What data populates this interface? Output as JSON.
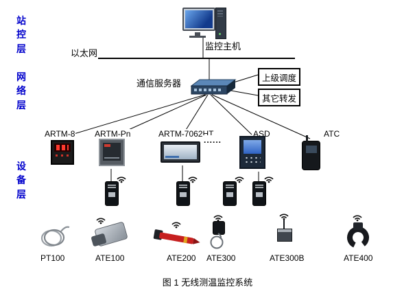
{
  "layers": [
    {
      "label": "站控层"
    },
    {
      "label": "网络层"
    },
    {
      "label": "设备层"
    }
  ],
  "host": {
    "label": "监控主机"
  },
  "ethernet": {
    "label": "以太网"
  },
  "comm_server": {
    "label": "通信服务器"
  },
  "right_boxes": [
    {
      "label": "上级调度"
    },
    {
      "label": "其它转发"
    }
  ],
  "devices": [
    {
      "label": "ARTM-8"
    },
    {
      "label": "ARTM-Pn"
    },
    {
      "label": "ARTM-7062HT"
    },
    {
      "label": "......"
    },
    {
      "label": "ASD"
    },
    {
      "label": "ATC"
    }
  ],
  "sensors": [
    {
      "label": "PT100"
    },
    {
      "label": "ATE100"
    },
    {
      "label": "ATE200"
    },
    {
      "label": "ATE300"
    },
    {
      "label": "ATE300B"
    },
    {
      "label": "ATE400"
    }
  ],
  "caption": "图 1  无线测温监控系统",
  "icons": [
    "desktop-computer-icon",
    "network-switch-icon",
    "wifi-signal-icon",
    "wireless-transceiver-icon",
    "panel-meter-icon",
    "temperature-probe-icon",
    "sensor-coil-icon",
    "clamp-sensor-icon",
    "antenna-icon"
  ],
  "colors": {
    "layer_label": "#0000cc",
    "connector_line": "#000000",
    "probe_red": "#c61f1f",
    "screen_blue": "#3f79da"
  }
}
